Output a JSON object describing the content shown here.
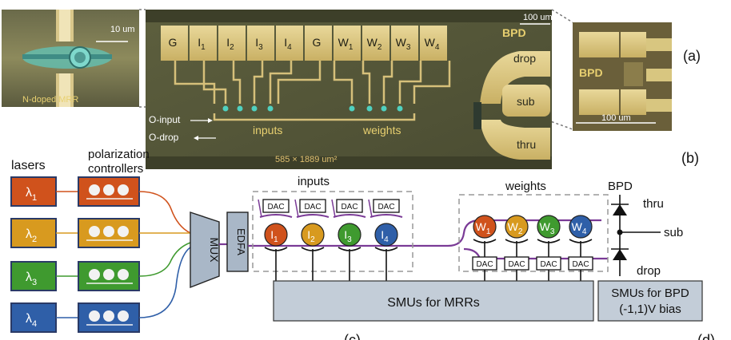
{
  "photos": {
    "left_inset": {
      "scale_label": "10 um",
      "caption": "N-doped MRR"
    },
    "main_chip": {
      "pads": [
        "G",
        "I",
        "I",
        "I",
        "I",
        "G",
        "W",
        "W",
        "W",
        "W"
      ],
      "pad_subscripts": [
        "",
        "1",
        "2",
        "3",
        "4",
        "",
        "1",
        "2",
        "3",
        "4"
      ],
      "bpd_label": "BPD",
      "scale_label": "100 um",
      "drop_label": "drop",
      "sub_label": "sub",
      "thru_label": "thru",
      "o_input": "O-input",
      "o_drop": "O-drop",
      "inputs_label": "inputs",
      "weights_label": "weights",
      "size_label": "585 × 1889 um²"
    },
    "right_inset": {
      "bpd_label": "BPD",
      "scale_label": "100 um"
    }
  },
  "panel_labels": {
    "a": "(a)",
    "b": "(b)",
    "c": "(c)",
    "d": "(d)"
  },
  "schematic": {
    "lasers_label": "lasers",
    "polarization_label_1": "polarization",
    "polarization_label_2": "controllers",
    "lasers": [
      {
        "symbol": "λ",
        "sub": "1",
        "color": "#d0521c"
      },
      {
        "symbol": "λ",
        "sub": "2",
        "color": "#d89a1f"
      },
      {
        "symbol": "λ",
        "sub": "3",
        "color": "#3f9a2f"
      },
      {
        "symbol": "λ",
        "sub": "4",
        "color": "#2f5fa8"
      }
    ],
    "mux_label": "MUX",
    "edfa_label": "EDFA",
    "inputs_label": "inputs",
    "weights_label": "weights",
    "dac_label": "DAC",
    "input_rings": [
      {
        "label": "I",
        "sub": "1",
        "color": "#d0521c"
      },
      {
        "label": "I",
        "sub": "2",
        "color": "#d89a1f"
      },
      {
        "label": "I",
        "sub": "3",
        "color": "#3f9a2f"
      },
      {
        "label": "I",
        "sub": "4",
        "color": "#2f5fa8"
      }
    ],
    "weight_rings": [
      {
        "label": "W",
        "sub": "1",
        "color": "#d0521c"
      },
      {
        "label": "W",
        "sub": "2",
        "color": "#d89a1f"
      },
      {
        "label": "W",
        "sub": "3",
        "color": "#3f9a2f"
      },
      {
        "label": "W",
        "sub": "4",
        "color": "#2f5fa8"
      }
    ],
    "bpd_label": "BPD",
    "thru_label": "thru",
    "sub_label": "sub",
    "drop_label": "drop",
    "smu_mrr_label": "SMUs for MRRs",
    "smu_bpd_label_1": "SMUs for BPD",
    "smu_bpd_label_2": "(-1,1)V bias"
  }
}
